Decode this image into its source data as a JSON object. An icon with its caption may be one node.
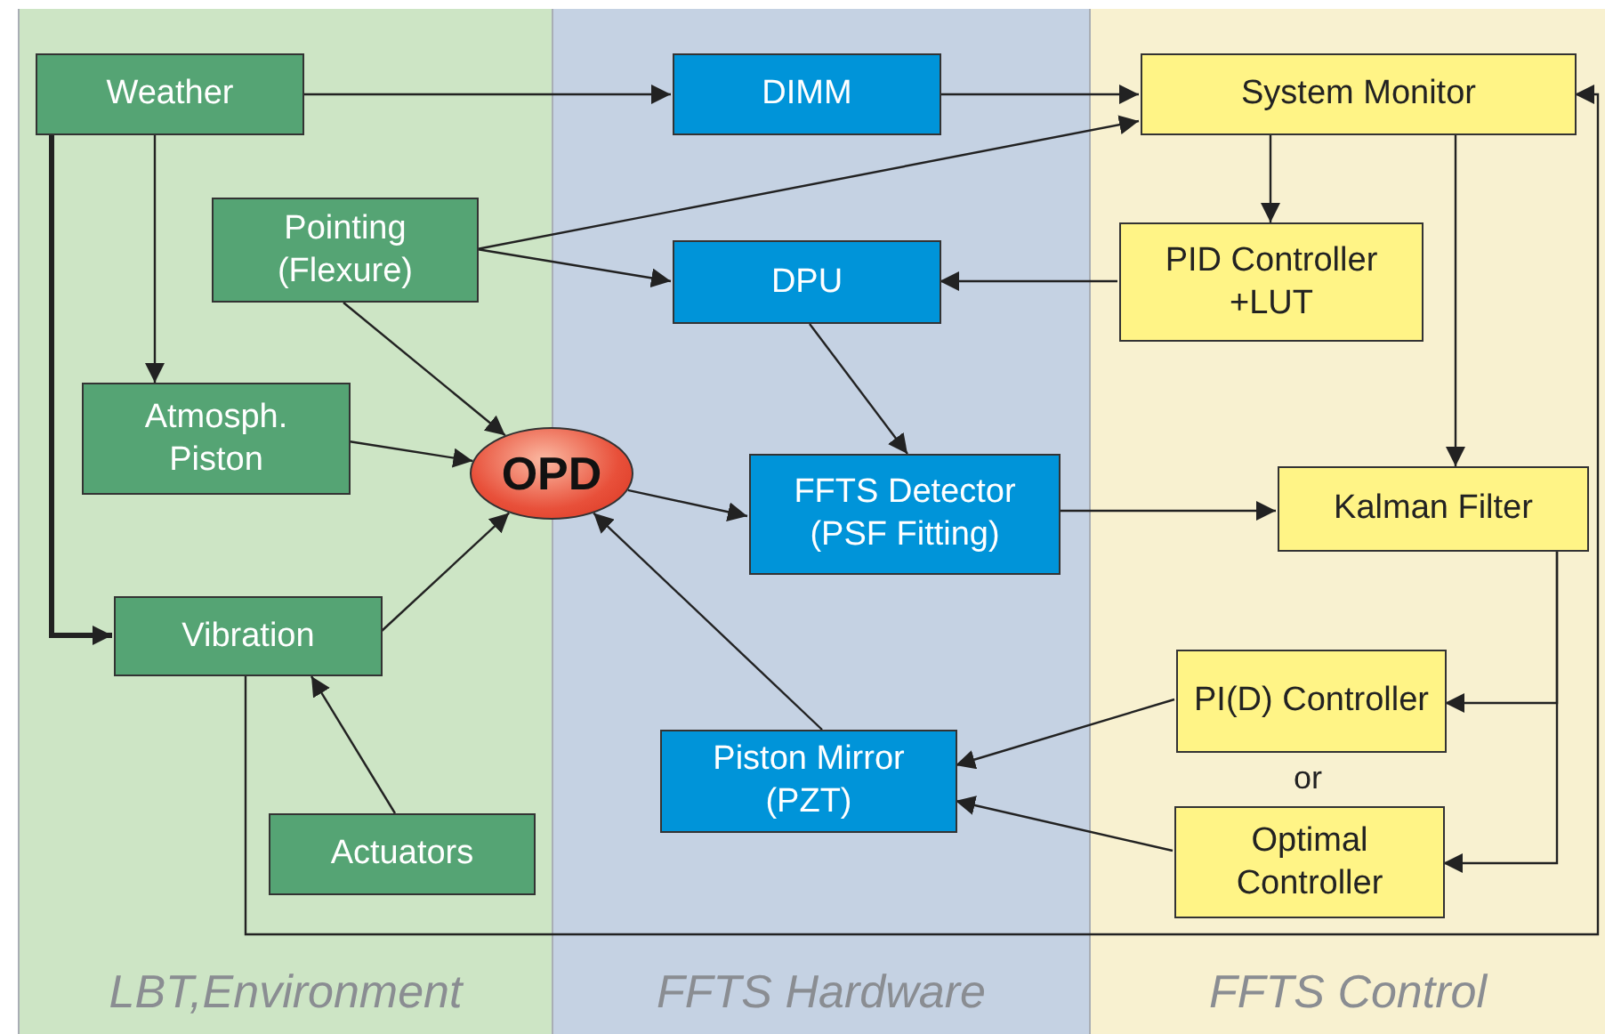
{
  "diagram": {
    "nodes": [
      {
        "text": [
          "LBT,Environment"
        ]
      },
      {
        "text": [
          "FFTS Hardware"
        ]
      },
      {
        "text": [
          "FFTS Control"
        ]
      },
      {
        "text": [
          "Weather"
        ],
        "in": 0
      },
      {
        "text": [
          "Pointing (Flexure)"
        ],
        "in": 0
      },
      {
        "text": [
          "Atmosph. Piston"
        ],
        "in": 0
      },
      {
        "text": [
          "OPD"
        ]
      },
      {
        "text": [
          "Vibration"
        ],
        "in": 0
      },
      {
        "text": [
          "Actuators"
        ],
        "in": 0
      },
      {
        "text": [
          "DIMM"
        ],
        "in": 1
      },
      {
        "text": [
          "DPU"
        ],
        "in": 1
      },
      {
        "text": [
          "FFTS Detector (PSF Fitting)"
        ],
        "in": 1
      },
      {
        "text": [
          "Piston Mirror (PZT)"
        ],
        "in": 1
      },
      {
        "text": [
          "System Monitor"
        ],
        "in": 2
      },
      {
        "text": [
          "PID Controller +LUT"
        ],
        "in": 2
      },
      {
        "text": [
          "Kalman Filter"
        ],
        "in": 2
      },
      {
        "text": [
          "PI(D) Controller"
        ],
        "in": 2
      },
      {
        "text": [
          "Optimal Controller"
        ],
        "in": 2
      }
    ],
    "edges": [
      {
        "from": 3,
        "to": 9,
        "arrow": "to"
      },
      {
        "from": 3,
        "to": 5,
        "arrow": "to"
      },
      {
        "from": 3,
        "to": 7,
        "arrow": "to",
        "style": "thick"
      },
      {
        "from": 9,
        "to": 13,
        "arrow": "to"
      },
      {
        "from": 4,
        "to": 13,
        "arrow": "to"
      },
      {
        "from": 4,
        "to": 10,
        "arrow": "to"
      },
      {
        "from": 4,
        "to": 6,
        "arrow": "to"
      },
      {
        "from": 5,
        "to": 6,
        "arrow": "to"
      },
      {
        "from": 7,
        "to": 6,
        "arrow": "to"
      },
      {
        "from": 8,
        "to": 7,
        "arrow": "to"
      },
      {
        "from": 6,
        "to": 11,
        "arrow": "to"
      },
      {
        "from": 10,
        "to": 11,
        "arrow": "to"
      },
      {
        "from": 14,
        "to": 10,
        "arrow": "to"
      },
      {
        "from": 13,
        "to": 14,
        "arrow": "to"
      },
      {
        "from": 13,
        "to": 15,
        "arrow": "to"
      },
      {
        "from": 11,
        "to": 15,
        "arrow": "to"
      },
      {
        "from": 15,
        "to": 16,
        "arrow": "to"
      },
      {
        "from": 15,
        "to": 17,
        "arrow": "to"
      },
      {
        "from": 16,
        "to": 12,
        "arrow": "to"
      },
      {
        "from": 17,
        "to": 12,
        "arrow": "to"
      },
      {
        "from": 12,
        "to": 6,
        "arrow": "to"
      },
      {
        "from": 7,
        "to": 13,
        "arrow": "to"
      }
    ],
    "labels": [
      "or"
    ]
  }
}
